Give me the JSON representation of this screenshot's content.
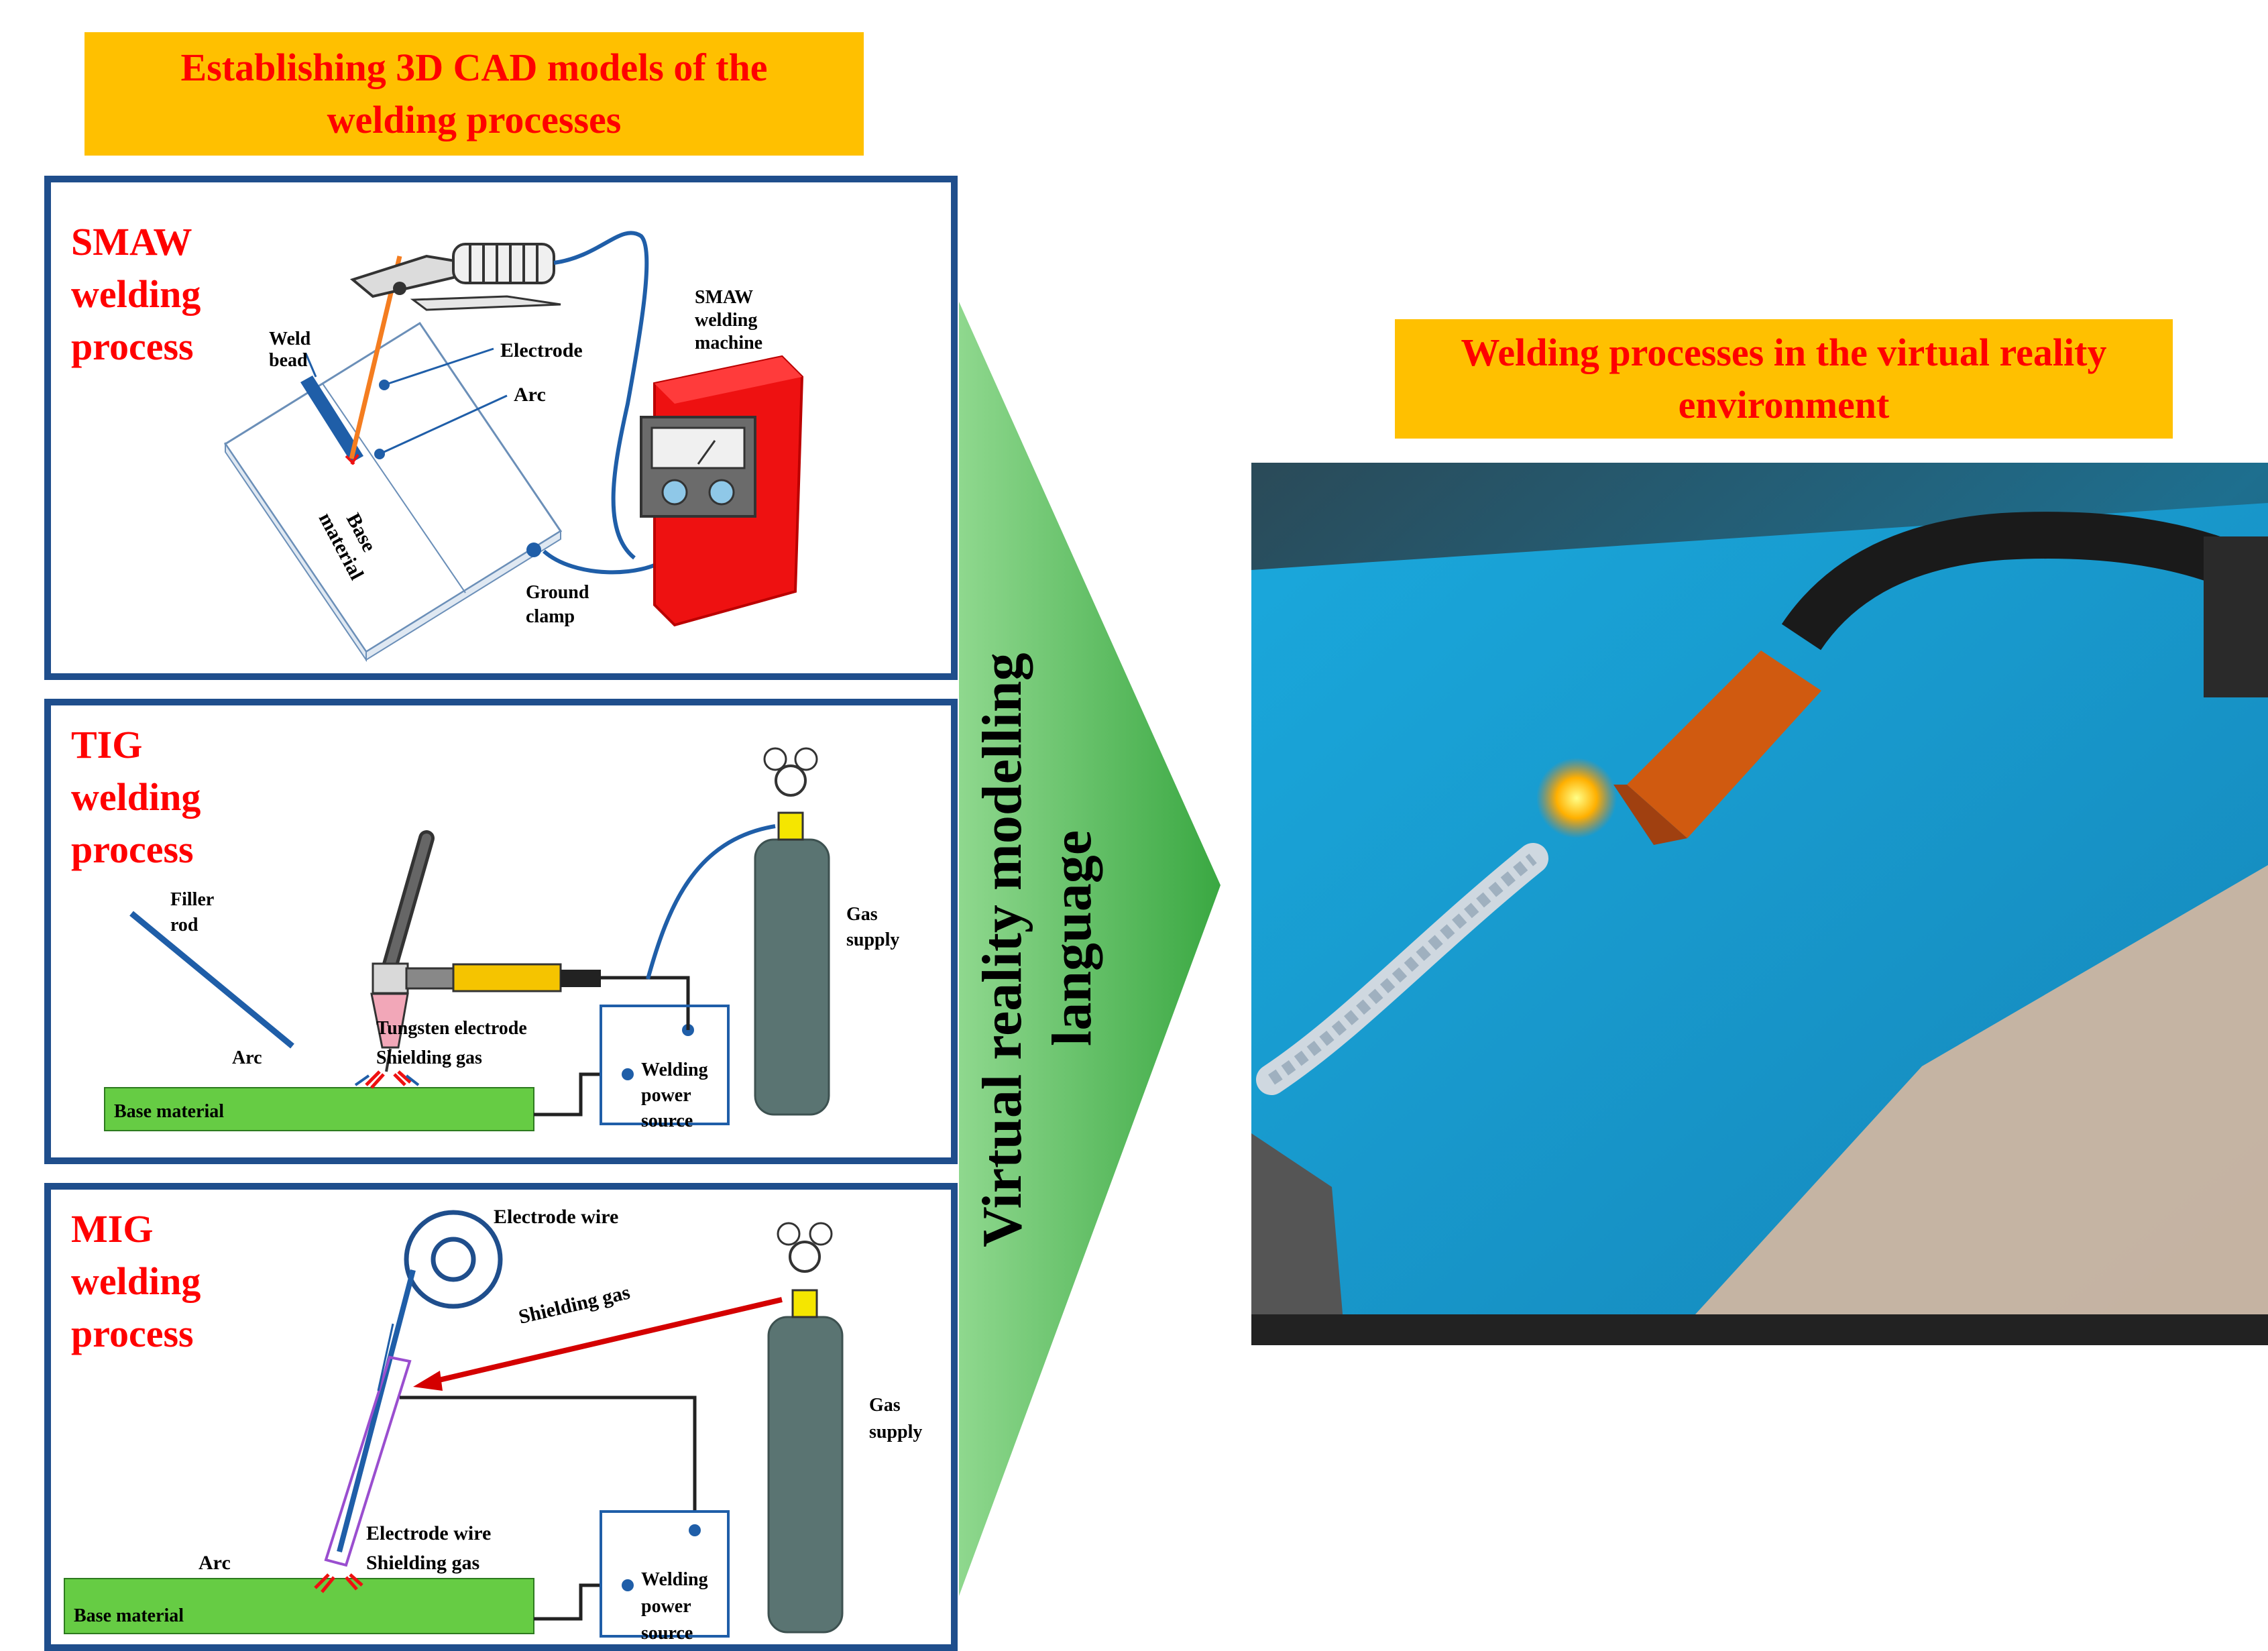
{
  "left_banner": {
    "line1": "Establishing 3D CAD models of the",
    "line2": "welding processes"
  },
  "right_banner": {
    "line1": "Welding processes in the virtual reality",
    "line2": "environment"
  },
  "arrow": {
    "line1": "Virtual reality modelling",
    "line2": "language"
  },
  "smaw": {
    "title_lines": [
      "SMAW",
      "welding",
      "process"
    ],
    "weld_bead": [
      "Weld",
      "bead"
    ],
    "electrode": "Electrode",
    "arc": "Arc",
    "machine": [
      "SMAW",
      "welding",
      "machine"
    ],
    "base_material": [
      "Base",
      "material"
    ],
    "ground_clamp": [
      "Ground",
      "clamp"
    ]
  },
  "tig": {
    "title_lines": [
      "TIG",
      "welding",
      "process"
    ],
    "filler_rod": [
      "Filler",
      "rod"
    ],
    "gas_supply": [
      "Gas",
      "supply"
    ],
    "tungsten": "Tungsten electrode",
    "shielding": "Shielding gas",
    "arc": "Arc",
    "power": [
      "Welding",
      "power",
      "source"
    ],
    "base_material": "Base material"
  },
  "mig": {
    "title_lines": [
      "MIG",
      "welding",
      "process"
    ],
    "electrode_wire_top": "Electrode wire",
    "shielding_gas_line": "Shielding gas",
    "gas_supply": [
      "Gas",
      "supply"
    ],
    "electrode_wire": "Electrode wire",
    "shielding_gas": "Shielding gas",
    "arc": "Arc",
    "power": [
      "Welding",
      "power",
      "source"
    ],
    "base_material": "Base material"
  },
  "colors": {
    "banner_bg": "#ffc000",
    "banner_text": "#ff0000",
    "panel_border": "#1f4e8c",
    "arrow_green": "#3aa842",
    "base_plate": "#66cc44",
    "machine_red": "#ee1111",
    "cylinder": "#5a7472",
    "photo_blue": "#1e9ccc"
  }
}
